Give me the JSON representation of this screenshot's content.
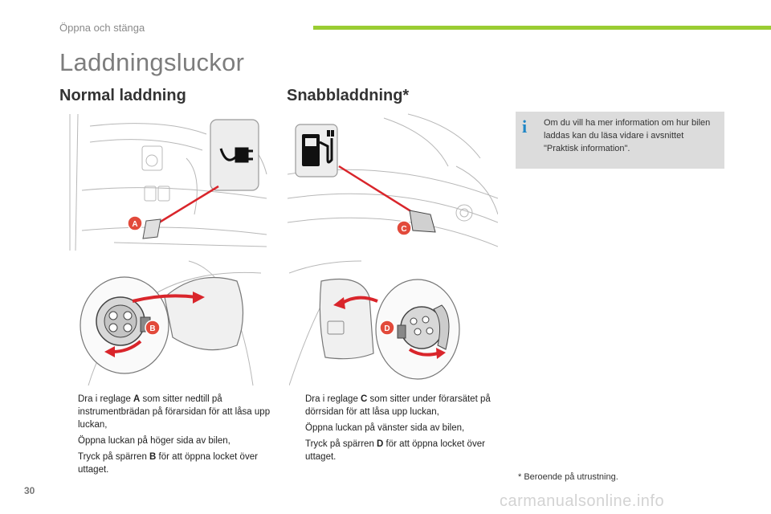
{
  "header": {
    "section": "Öppna och stänga"
  },
  "title": "Laddningsluckor",
  "normal": {
    "heading": "Normal laddning",
    "callout_a": "A",
    "callout_b": "B",
    "steps": [
      {
        "pre": "Dra i reglage ",
        "bold": "A",
        "post": " som sitter nedtill på instrumentbrädan på förarsidan för att låsa upp luckan,"
      },
      {
        "pre": "Öppna luckan på höger sida av bilen,",
        "bold": "",
        "post": ""
      },
      {
        "pre": "Tryck på spärren ",
        "bold": "B",
        "post": " för att öppna locket över uttaget."
      }
    ]
  },
  "fast": {
    "heading": "Snabbladdning*",
    "callout_c": "C",
    "callout_d": "D",
    "steps": [
      {
        "pre": "Dra i reglage ",
        "bold": "C",
        "post": " som sitter under förarsätet på dörrsidan för att låsa upp luckan,"
      },
      {
        "pre": "Öppna luckan på vänster sida av bilen,",
        "bold": "",
        "post": ""
      },
      {
        "pre": "Tryck på spärren ",
        "bold": "D",
        "post": " för att öppna locket över uttaget."
      }
    ]
  },
  "info": {
    "icon": "info-icon",
    "icon_glyph": "i",
    "text": "Om du vill ha mer information om hur bilen laddas kan du läsa vidare i avsnittet \"Praktisk information\"."
  },
  "footnote": "* Beroende på utrustning.",
  "page_number": "30",
  "watermark": "carmanualsonline.info",
  "bullet_glyph": "",
  "colors": {
    "accent_green": "#9acd32",
    "arrow_red": "#d9252b",
    "info_blue": "#1e86c6"
  }
}
